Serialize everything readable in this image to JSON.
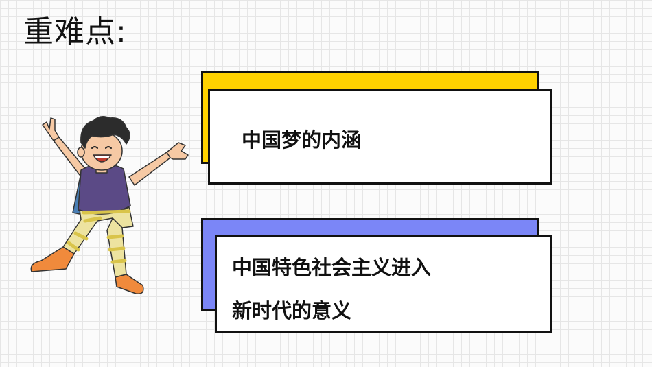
{
  "slide": {
    "title": "重难点:",
    "cards": [
      {
        "text": "中国梦的内涵",
        "accent": "#FFD200"
      },
      {
        "line1": "中国特色社会主义进入",
        "line2": "新时代的意义",
        "accent": "#7B86F7"
      }
    ]
  },
  "colors": {
    "ink": "#111111",
    "grid": "#e6e6e6",
    "shirt": "#5b4a86",
    "pants_stripe": "#e9d86a",
    "shoes": "#f08a3c",
    "skin": "#f6c9a4"
  },
  "illustration": {
    "icon": "cheering-boy-illustration"
  }
}
